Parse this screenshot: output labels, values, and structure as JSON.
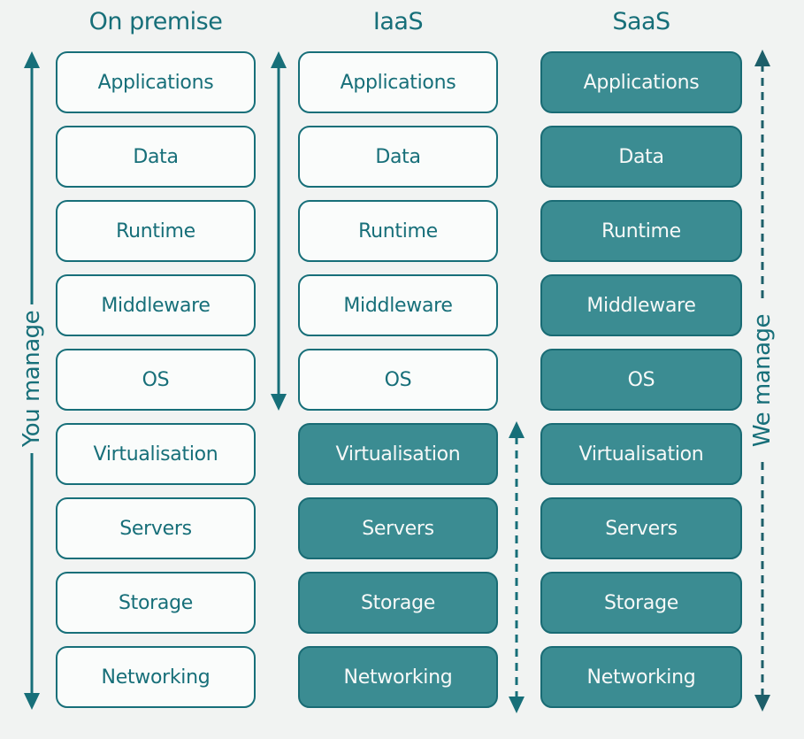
{
  "diagram": {
    "layer_names": [
      "Applications",
      "Data",
      "Runtime",
      "Middleware",
      "OS",
      "Virtualisation",
      "Servers",
      "Storage",
      "Networking"
    ]
  },
  "columns": [
    {
      "title": "On premise",
      "layers": [
        {
          "label": "Applications",
          "filled": false
        },
        {
          "label": "Data",
          "filled": false
        },
        {
          "label": "Runtime",
          "filled": false
        },
        {
          "label": "Middleware",
          "filled": false
        },
        {
          "label": "OS",
          "filled": false
        },
        {
          "label": "Virtualisation",
          "filled": false
        },
        {
          "label": "Servers",
          "filled": false
        },
        {
          "label": "Storage",
          "filled": false
        },
        {
          "label": "Networking",
          "filled": false
        }
      ]
    },
    {
      "title": "IaaS",
      "layers": [
        {
          "label": "Applications",
          "filled": false
        },
        {
          "label": "Data",
          "filled": false
        },
        {
          "label": "Runtime",
          "filled": false
        },
        {
          "label": "Middleware",
          "filled": false
        },
        {
          "label": "OS",
          "filled": false
        },
        {
          "label": "Virtualisation",
          "filled": true
        },
        {
          "label": "Servers",
          "filled": true
        },
        {
          "label": "Storage",
          "filled": true
        },
        {
          "label": "Networking",
          "filled": true
        }
      ]
    },
    {
      "title": "SaaS",
      "layers": [
        {
          "label": "Applications",
          "filled": true
        },
        {
          "label": "Data",
          "filled": true
        },
        {
          "label": "Runtime",
          "filled": true
        },
        {
          "label": "Middleware",
          "filled": true
        },
        {
          "label": "OS",
          "filled": true
        },
        {
          "label": "Virtualisation",
          "filled": true
        },
        {
          "label": "Servers",
          "filled": true
        },
        {
          "label": "Storage",
          "filled": true
        },
        {
          "label": "Networking",
          "filled": true
        }
      ]
    }
  ],
  "annotations": {
    "left_arrow_label": "You manage",
    "right_arrow_label": "We manage"
  },
  "colors": {
    "background": "#f1f3f2",
    "teal": "#176f79",
    "filled_box_fill": "#3b8c92",
    "filled_box_border": "#196b74",
    "outline_box_fill": "#fafcfb",
    "filled_box_text": "#f7f9f8",
    "dashed_arrow": "#1d5f6a"
  }
}
